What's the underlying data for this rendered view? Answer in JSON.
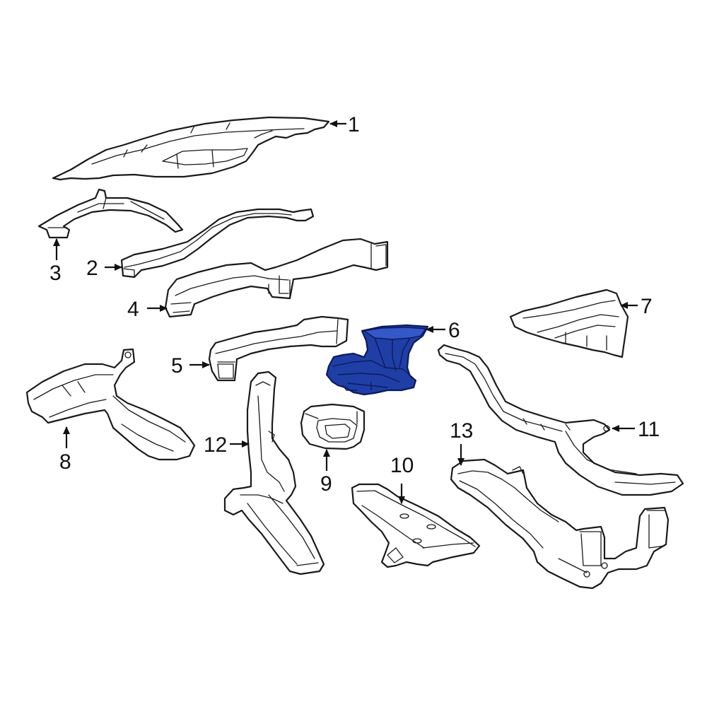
{
  "callouts": [
    {
      "id": "1",
      "label": "1"
    },
    {
      "id": "2",
      "label": "2"
    },
    {
      "id": "3",
      "label": "3"
    },
    {
      "id": "4",
      "label": "4"
    },
    {
      "id": "5",
      "label": "5"
    },
    {
      "id": "6",
      "label": "6"
    },
    {
      "id": "7",
      "label": "7"
    },
    {
      "id": "8",
      "label": "8"
    },
    {
      "id": "9",
      "label": "9"
    },
    {
      "id": "10",
      "label": "10"
    },
    {
      "id": "11",
      "label": "11"
    },
    {
      "id": "12",
      "label": "12"
    },
    {
      "id": "13",
      "label": "13"
    }
  ],
  "highlighted_part": "6",
  "colors": {
    "highlight": "#1f3fa6",
    "line": "#1a1a1a",
    "background": "#ffffff"
  }
}
